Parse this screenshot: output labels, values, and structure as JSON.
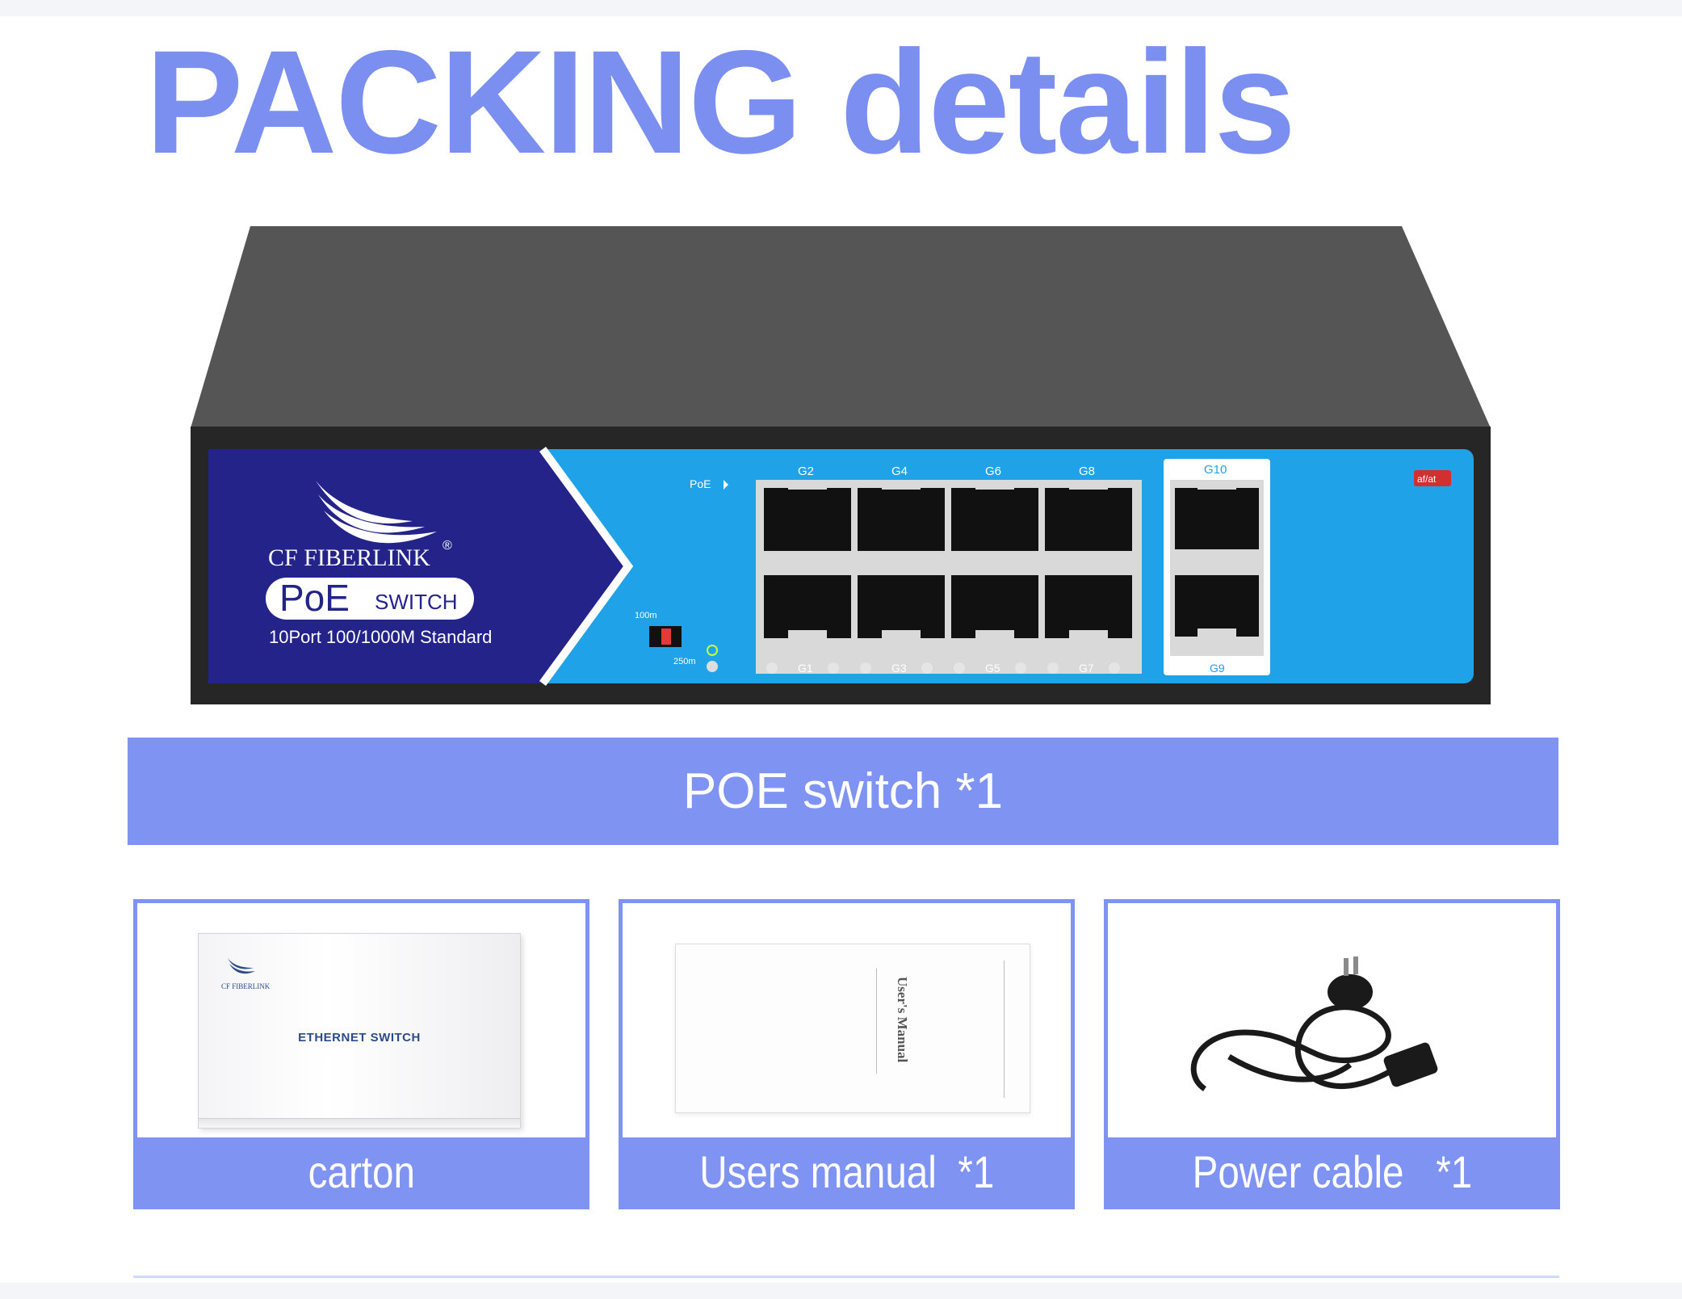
{
  "page_title": "PACKING details",
  "device": {
    "brand": "CF FIBERLINK",
    "registered": "®",
    "product_badge_main": "PoE",
    "product_badge_sub": "SWITCH",
    "description": "10Port 100/1000M Standard",
    "poe_label": "PoE",
    "mode_top": "100m",
    "mode_bottom": "250m",
    "top_port_labels": [
      "G2",
      "G4",
      "G6",
      "G8"
    ],
    "bottom_port_labels": [
      "G1",
      "G3",
      "G5",
      "G7"
    ],
    "uplink_top_label": "G10",
    "uplink_bottom_label": "G9",
    "standard_badge": "af/at",
    "colors": {
      "body": "#4a4a4a",
      "face": "#1ea0e6",
      "brand_panel": "#23238a",
      "badge": "#d32f2f"
    }
  },
  "main_item_label": "POE switch *1",
  "items": [
    {
      "label": "carton",
      "picture": "box",
      "box_brand": "CF FIBERLINK",
      "box_text": "ETHERNET SWITCH"
    },
    {
      "label": "Users manual  *1",
      "picture": "manual",
      "manual_title": "User's Manual"
    },
    {
      "label": "Power cable   *1",
      "picture": "power-cable"
    }
  ],
  "accent_color": "#7e93f2"
}
